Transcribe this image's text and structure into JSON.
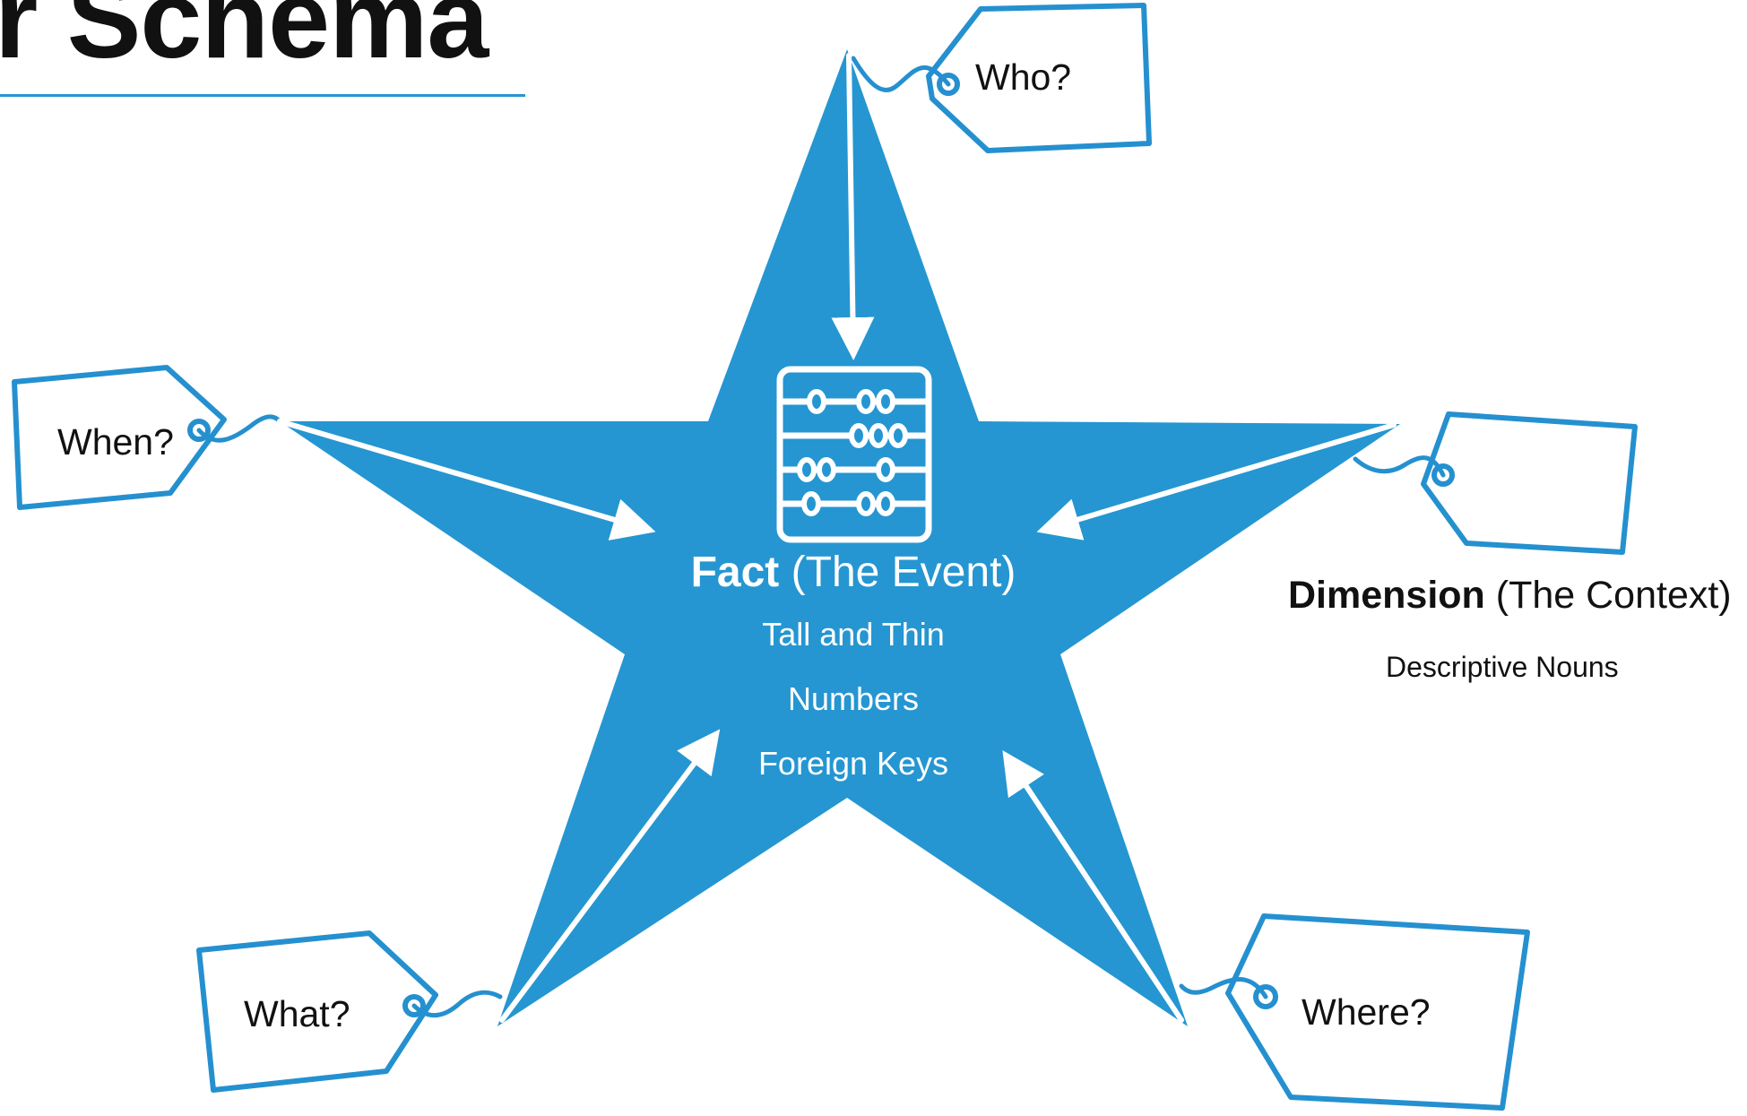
{
  "title": "r Schema",
  "fact": {
    "heading_bold": "Fact",
    "heading_rest": " (The Event)",
    "lines": [
      "Tall and Thin",
      "Numbers",
      "Foreign Keys"
    ]
  },
  "dimension": {
    "heading_bold": "Dimension",
    "heading_rest": " (The Context)",
    "subtitle": "Descriptive Nouns"
  },
  "tags": {
    "who": "Who?",
    "when": "When?",
    "what": "What?",
    "where": "Where?",
    "blank": ""
  },
  "icons": {
    "center": "abacus-icon"
  },
  "colors": {
    "star": "#2596d1",
    "tag_stroke": "#2590cf",
    "arrow": "#ffffff",
    "text_dark": "#111111"
  }
}
